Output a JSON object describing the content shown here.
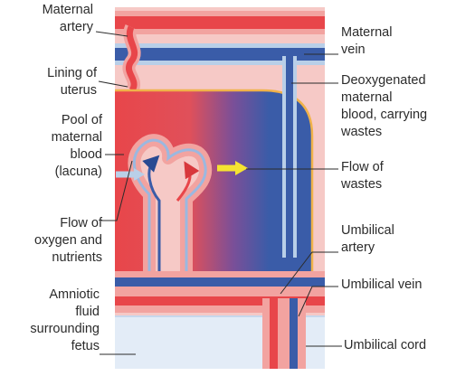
{
  "labels": {
    "maternal_artery": "Maternal\nartery",
    "lining_of_uterus": "Lining of\nuterus",
    "pool_of_maternal_blood": "Pool of\nmaternal\nblood\n(lacuna)",
    "flow_of_oxygen": "Flow of\noxygen and\nnutrients",
    "amniotic_fluid": "Amniotic\nfluid\nsurrounding\nfetus",
    "maternal_vein": "Maternal\nvein",
    "deoxygenated_blood": "Deoxygenated\nmaternal\nblood, carrying\nwastes",
    "flow_of_wastes": "Flow of\nwastes",
    "umbilical_artery": "Umbilical\nartery",
    "umbilical_vein": "Umbilical vein",
    "umbilical_cord": "Umbilical cord"
  },
  "colors": {
    "oxygenated": "#e8464a",
    "deoxygenated": "#3a5ca8",
    "tissue": "#f6c9c6",
    "vessel_wall": "#f2a3a0",
    "amniotic": "#e3ecf7",
    "outline": "#f0b24a",
    "flow_in_arrow": "#b9cfe8",
    "flow_out_arrow": "#f5e331",
    "text": "#2b2b2b"
  }
}
